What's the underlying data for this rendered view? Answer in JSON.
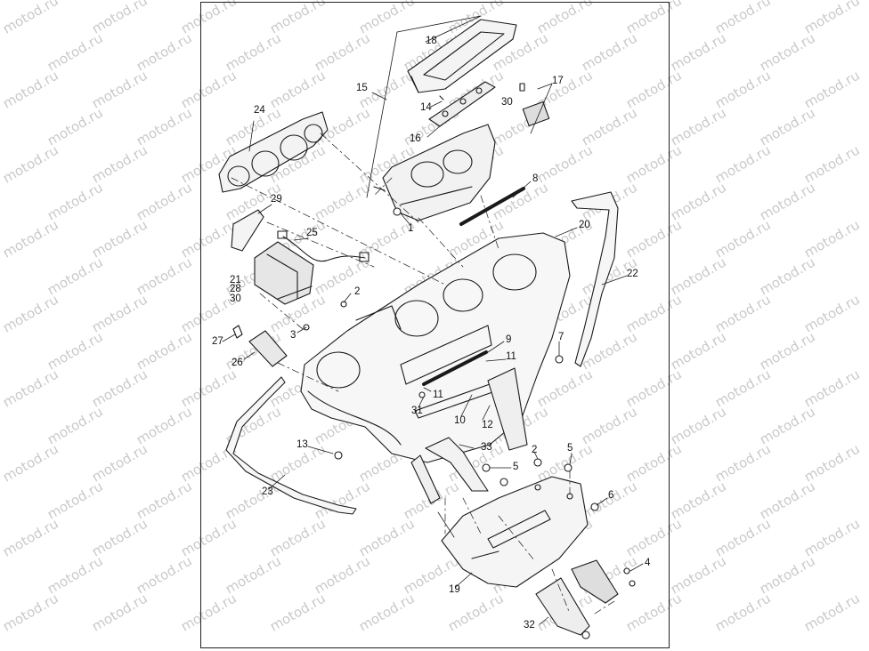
{
  "watermark": {
    "text": "motod.ru"
  },
  "callouts": [
    "1",
    "2",
    "3",
    "4",
    "5",
    "6",
    "7",
    "8",
    "9",
    "10",
    "11",
    "12",
    "13",
    "14",
    "15",
    "16",
    "17",
    "18",
    "19",
    "20",
    "21",
    "22",
    "23",
    "24",
    "25",
    "26",
    "27",
    "28",
    "29",
    "30",
    "31",
    "32",
    "33"
  ],
  "labels": {
    "c18": "18",
    "c17": "17",
    "c15": "15",
    "c14": "14",
    "c30a": "30",
    "c16": "16",
    "c24": "24",
    "c8": "8",
    "c29": "29",
    "c1": "1",
    "c20": "20",
    "c25": "25",
    "c22": "22",
    "c21": "21",
    "c28": "28",
    "c30b": "30",
    "c2a": "2",
    "c3": "3",
    "c9": "9",
    "c7": "7",
    "c27": "27",
    "c26": "26",
    "c11a": "11",
    "c11b": "11",
    "c31": "31",
    "c10": "10",
    "c12": "12",
    "c13": "13",
    "c33": "33",
    "c5a": "5",
    "c2b": "2",
    "c5b": "5",
    "c6": "6",
    "c23": "23",
    "c4": "4",
    "c19": "19",
    "c32": "32"
  },
  "colors": {
    "line": "#1a1a1a",
    "watermark": "#b8b8b8",
    "background": "#ffffff"
  }
}
